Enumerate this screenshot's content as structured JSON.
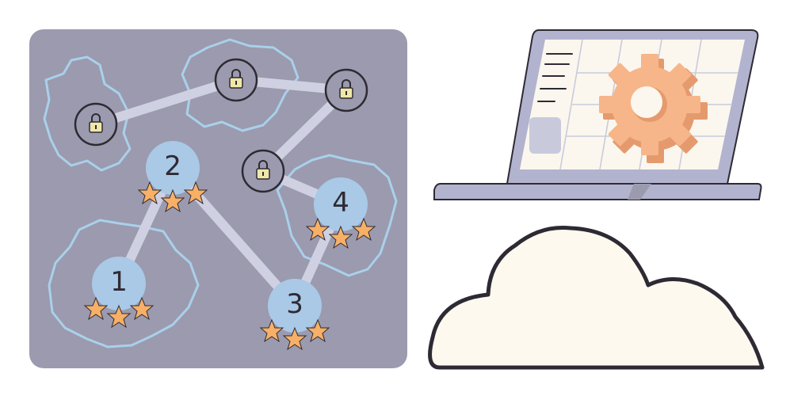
{
  "colors": {
    "board": "#9b9aae",
    "region_outline": "#a9d0ea",
    "link": "#cfd1e2",
    "node_fill": "#a9c9e6",
    "lock_ring": "#2e2a33",
    "lock_fill": "#efe8a8",
    "star": "#f7b066",
    "gear": "#f7b58a",
    "gear_shadow": "#e59a6e",
    "laptop_frame": "#b2b3cf",
    "laptop_screen": "#fbf7ee",
    "screen_grid": "#c9cbdc",
    "cloud_fill": "#fdf9ef",
    "outline": "#2e2a33"
  },
  "icons": [
    "lock-icon",
    "star-icon",
    "gear-icon",
    "cloud-icon",
    "laptop-icon"
  ],
  "network": {
    "levels": [
      {
        "label": "1",
        "stars": 3
      },
      {
        "label": "2",
        "stars": 3
      },
      {
        "label": "3",
        "stars": 3
      },
      {
        "label": "4",
        "stars": 3
      }
    ],
    "locked_count": 4
  }
}
